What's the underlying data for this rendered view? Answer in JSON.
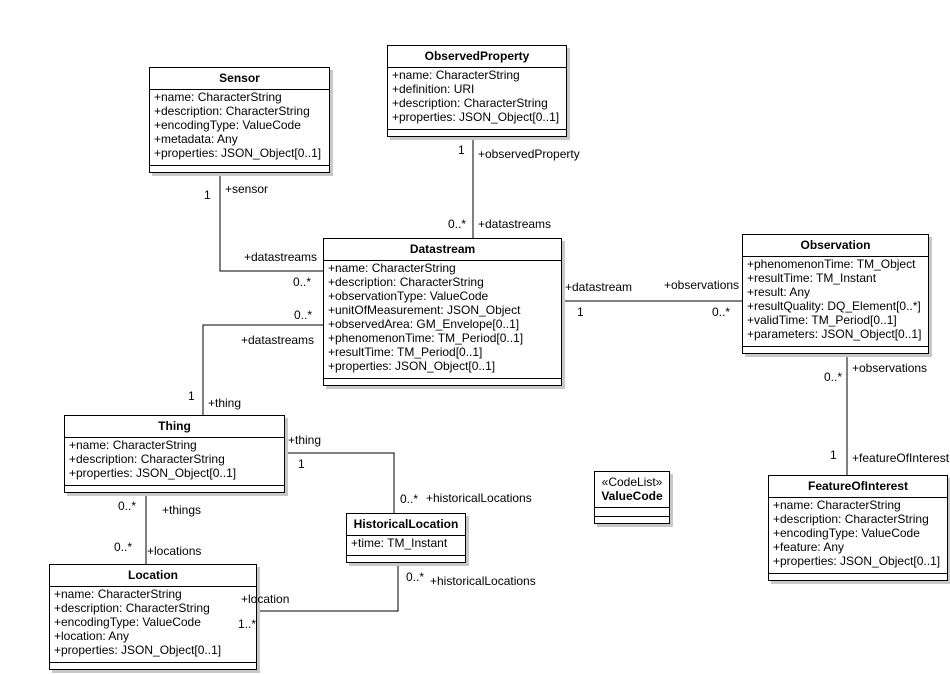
{
  "classes": {
    "observed_property": {
      "name": "ObservedProperty",
      "attributes": [
        "+name: CharacterString",
        "+definition: URI",
        "+description: CharacterString",
        "+properties: JSON_Object[0..1]"
      ]
    },
    "sensor": {
      "name": "Sensor",
      "attributes": [
        "+name: CharacterString",
        "+description: CharacterString",
        "+encodingType: ValueCode",
        "+metadata: Any",
        "+properties: JSON_Object[0..1]"
      ]
    },
    "datastream": {
      "name": "Datastream",
      "attributes": [
        "+name: CharacterString",
        "+description: CharacterString",
        "+observationType: ValueCode",
        "+unitOfMeasurement: JSON_Object",
        "+observedArea: GM_Envelope[0..1]",
        "+phenomenonTime: TM_Period[0..1]",
        "+resultTime: TM_Period[0..1]",
        "+properties: JSON_Object[0..1]"
      ]
    },
    "observation": {
      "name": "Observation",
      "attributes": [
        "+phenomenonTime: TM_Object",
        "+resultTime: TM_Instant",
        "+result: Any",
        "+resultQuality: DQ_Element[0..*]",
        "+validTime: TM_Period[0..1]",
        "+parameters: JSON_Object[0..1]"
      ]
    },
    "thing": {
      "name": "Thing",
      "attributes": [
        "+name: CharacterString",
        "+description: CharacterString",
        "+properties: JSON_Object[0..1]"
      ]
    },
    "historical_location": {
      "name": "HistoricalLocation",
      "attributes": [
        "+time: TM_Instant"
      ]
    },
    "value_code": {
      "stereotype": "«CodeList»",
      "name": "ValueCode"
    },
    "feature_of_interest": {
      "name": "FeatureOfInterest",
      "attributes": [
        "+name: CharacterString",
        "+description: CharacterString",
        "+encodingType: ValueCode",
        "+feature: Any",
        "+properties: JSON_Object[0..1]"
      ]
    },
    "location": {
      "name": "Location",
      "attributes": [
        "+name: CharacterString",
        "+description: CharacterString",
        "+encodingType: ValueCode",
        "+location: Any",
        "+properties: JSON_Object[0..1]"
      ]
    }
  },
  "associations": {
    "observed_property_role": "+observedProperty",
    "observed_property_mult": "1",
    "op_datastreams_role": "+datastreams",
    "op_datastreams_mult": "0..*",
    "sensor_role": "+sensor",
    "sensor_mult": "1",
    "sensor_datastreams_role": "+datastreams",
    "sensor_datastreams_mult": "0..*",
    "obs_datastream_role": "+datastream",
    "obs_datastream_mult": "1",
    "observations_role": "+observations",
    "observations_mult": "0..*",
    "thing_datastreams_mult": "0..*",
    "thing_datastreams_role": "+datastreams",
    "thing_mult": "1",
    "thing_role": "+thing",
    "hl_thing_role": "+thing",
    "hl_thing_mult": "1",
    "hl_hist_mult": "0..*",
    "hl_hist_role": "+historicalLocations",
    "things_mult": "0..*",
    "things_role": "+things",
    "locations_mult": "0..*",
    "locations_role": "+locations",
    "foi_obs_mult": "0..*",
    "foi_obs_role": "+observations",
    "foi_mult": "1",
    "foi_role": "+featureOfInterest",
    "loc_hist_mult": "0..*",
    "loc_hist_role": "+historicalLocations",
    "location_role": "+location",
    "location_mult": "1..*"
  }
}
